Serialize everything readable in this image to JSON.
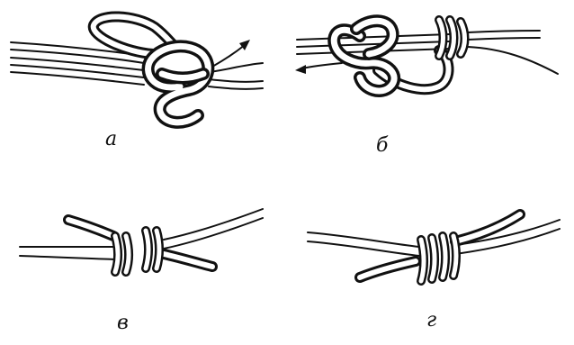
{
  "figure": {
    "panels": [
      {
        "id": "a",
        "label": "а"
      },
      {
        "id": "b",
        "label": "б"
      },
      {
        "id": "v",
        "label": "в"
      },
      {
        "id": "g",
        "label": "г"
      }
    ]
  },
  "colors": {
    "ink": "#111111",
    "paper": "#ffffff"
  }
}
